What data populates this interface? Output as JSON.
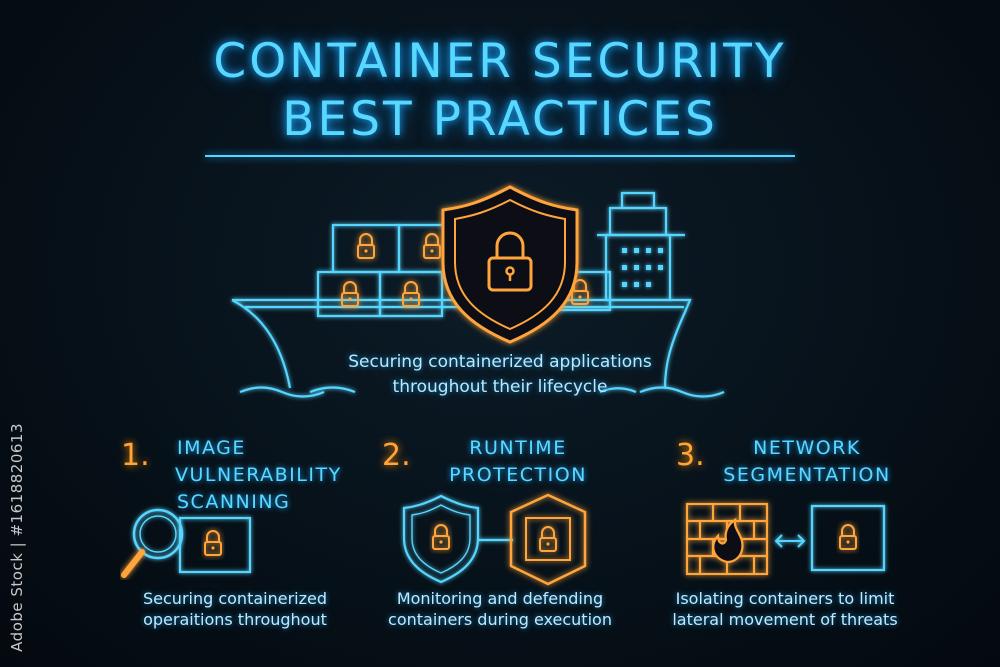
{
  "header": {
    "title_line1": "CONTAINER SECURITY",
    "title_line2": "BEST PRACTICES"
  },
  "hero": {
    "caption_line1": "Securing containerized applications",
    "caption_line2": "throughout their lifecycle"
  },
  "items": [
    {
      "number": "1.",
      "heading_lines": [
        "IMAGE",
        "VULNERABILITY",
        "SCANNING"
      ],
      "description_lines": [
        "Securing containerized",
        "operaitions throughout"
      ],
      "icon": "magnifier-container-icon"
    },
    {
      "number": "2.",
      "heading_lines": [
        "RUNTIME",
        "PROTECTION"
      ],
      "description_lines": [
        "Monitoring and defending",
        "containers during execution"
      ],
      "icon": "shield-container-icon"
    },
    {
      "number": "3.",
      "heading_lines": [
        "NETWORK",
        "SEGMENTATION"
      ],
      "description_lines": [
        "Isolating containers to limit",
        "lateral movement of threats"
      ],
      "icon": "firewall-container-icon"
    }
  ],
  "stock_id": "Adobe Stock | #1618820613",
  "colors": {
    "cyan": "#57d6ff",
    "orange": "#ffa53a",
    "background": "#071018"
  }
}
